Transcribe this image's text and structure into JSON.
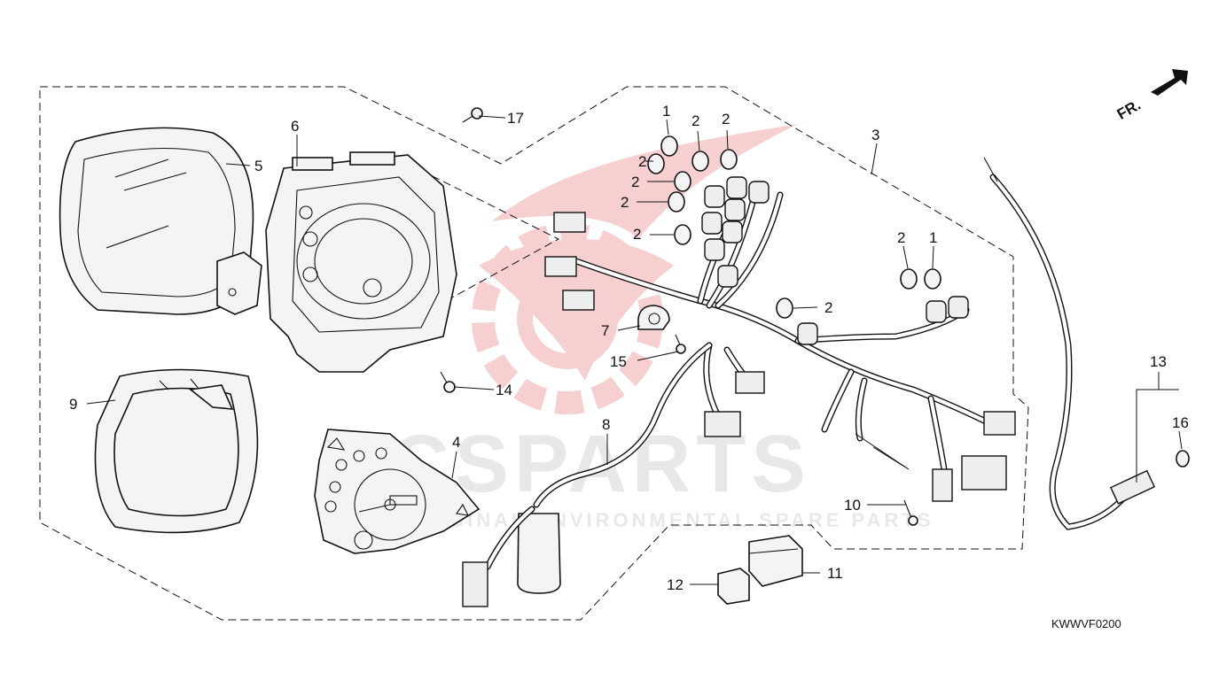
{
  "diagram": {
    "catalog_code": "KWWVF0200",
    "direction_marker": "FR.",
    "watermark": {
      "brand": "CSPARTS",
      "tagline": "ORIGINAL ENVIRONMENTAL SPARE PARTS"
    },
    "callouts": {
      "c1": "1",
      "c1b": "1",
      "c2a": "2",
      "c2b": "2",
      "c2c": "2",
      "c2d": "2",
      "c2e": "2",
      "c2f": "2",
      "c2g": "2",
      "c2h": "2",
      "c3": "3",
      "c4": "4",
      "c5": "5",
      "c6": "6",
      "c7": "7",
      "c8": "8",
      "c9": "9",
      "c10": "10",
      "c11": "11",
      "c12": "12",
      "c13": "13",
      "c14": "14",
      "c15": "15",
      "c16": "16",
      "c17": "17"
    },
    "colors": {
      "line": "#111111",
      "watermark_red": "#d9282f",
      "watermark_gray": "#9a9a9a"
    }
  }
}
